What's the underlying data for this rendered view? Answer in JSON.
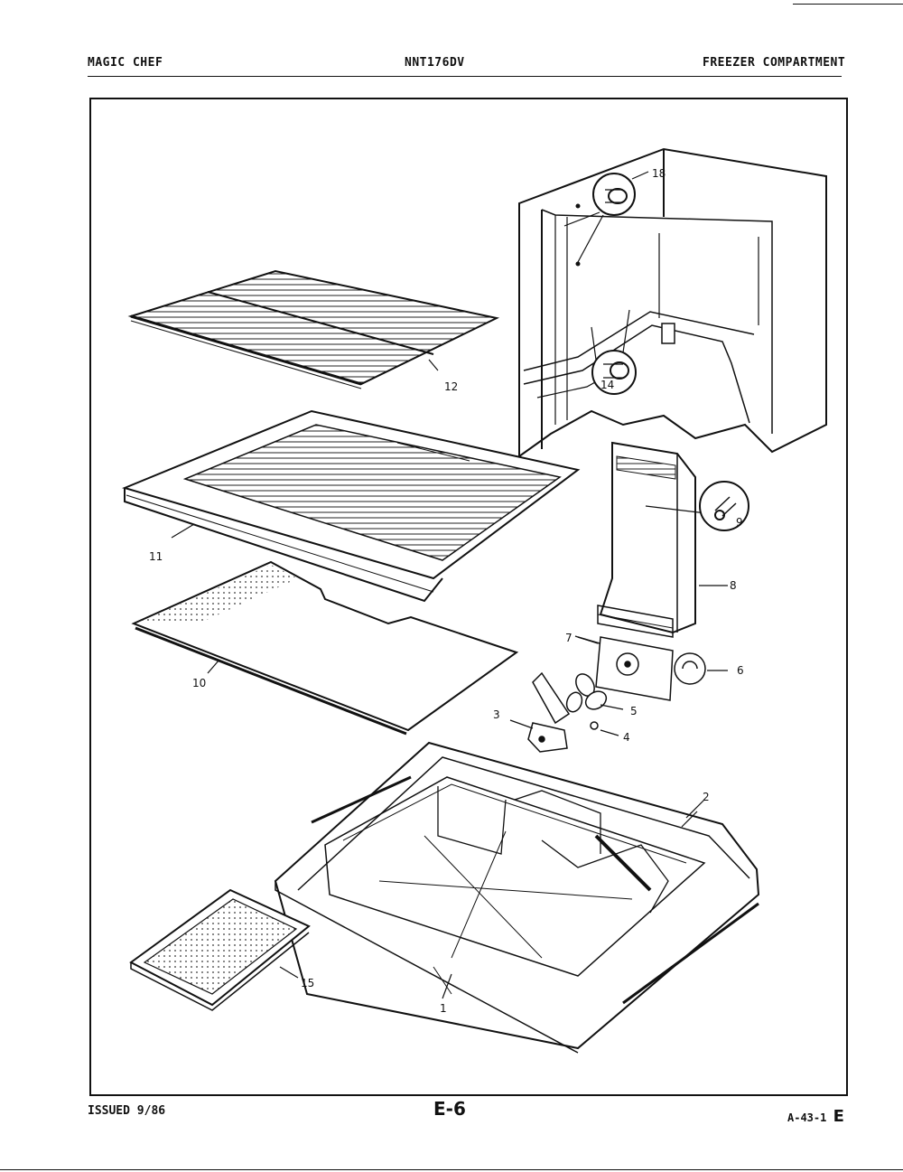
{
  "header": {
    "brand": "MAGIC CHEF",
    "model": "NNT176DV",
    "section": "FREEZER COMPARTMENT"
  },
  "footer": {
    "issued": "ISSUED 9/86",
    "page": "E-6",
    "code": "A-43-1",
    "code_letter": "E"
  },
  "callouts": {
    "c1": "1",
    "c2": "2",
    "c3": "3",
    "c4": "4",
    "c5": "5",
    "c6": "6",
    "c7": "7",
    "c8": "8",
    "c9": "9",
    "c10": "10",
    "c11": "11",
    "c12": "12",
    "c14": "14",
    "c15": "15",
    "c18": "18"
  }
}
